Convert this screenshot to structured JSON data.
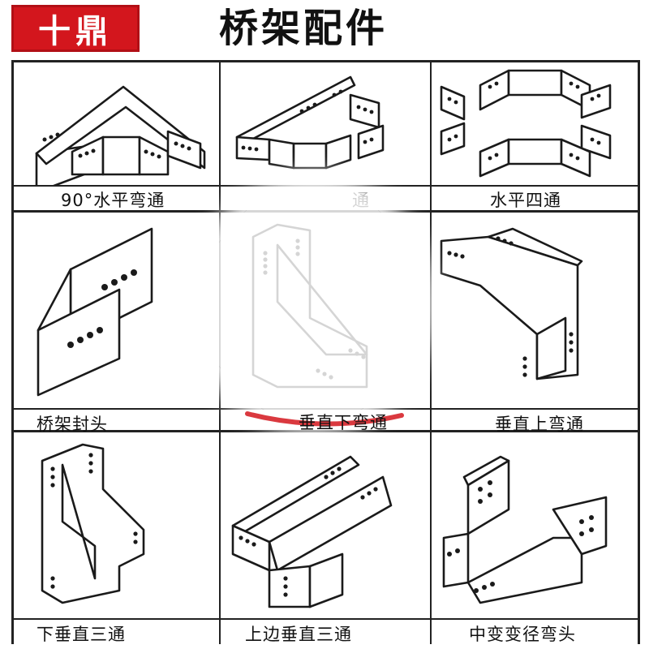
{
  "header": {
    "logo_text": "十鼎",
    "title": "桥架配件",
    "logo_color": "#d3161d"
  },
  "parts": [
    {
      "label": "90°水平弯通",
      "icon": "horizontal-90-elbow-icon"
    },
    {
      "label": "通",
      "icon": "horizontal-tee-icon"
    },
    {
      "label": "水平四通",
      "icon": "horizontal-cross-icon"
    },
    {
      "label": "桥架封头",
      "icon": "end-cap-icon"
    },
    {
      "label": "垂直下弯通",
      "icon": "vertical-down-elbow-icon"
    },
    {
      "label": "垂直上弯通",
      "icon": "vertical-up-elbow-icon"
    },
    {
      "label": "下垂直三通",
      "icon": "vertical-down-tee-icon"
    },
    {
      "label": "上边垂直三通",
      "icon": "vertical-up-tee-icon"
    },
    {
      "label": "中变变径弯头",
      "icon": "reducer-icon"
    }
  ]
}
